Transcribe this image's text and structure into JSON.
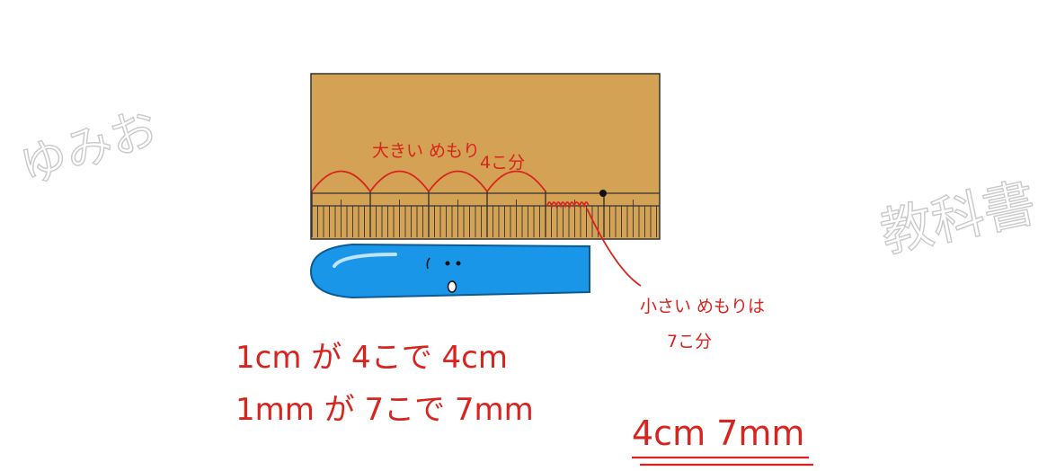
{
  "colors": {
    "ruler": "#d4a254",
    "ink": "#d8231e",
    "pencil": "#1a96e8",
    "watermark": "#c9c9c9"
  },
  "watermarks": {
    "left": "ゆみお",
    "right": "教科書"
  },
  "ruler_labels": {
    "big_ticks_top": "大きい めもり",
    "big_ticks_bottom": "4こ分",
    "small_ticks_top": "小さい めもりは",
    "small_ticks_bottom": "7こ分"
  },
  "big_tick_count": 4,
  "small_tick_count": 7,
  "explanation": {
    "line1": "1cm が 4こで 4cm",
    "line2": "1mm が 7こで 7mm"
  },
  "answer": "4cm 7mm"
}
